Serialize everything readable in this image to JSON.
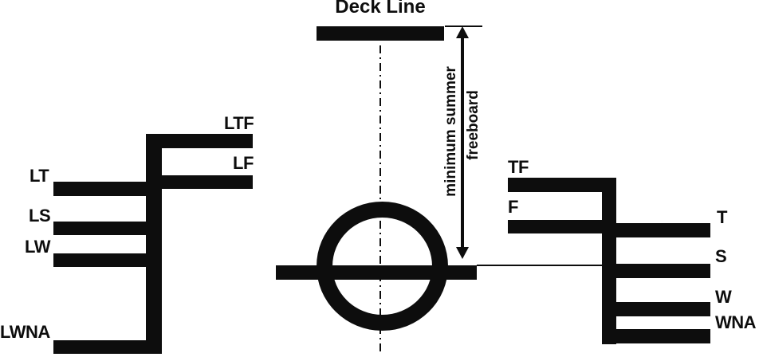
{
  "title": "Deck Line",
  "freeboard_annotation": {
    "line1": "minimum summer",
    "line2": "freeboard"
  },
  "lumber_load_lines": {
    "ltf": "LTF",
    "lf": "LF",
    "lt": "LT",
    "ls": "LS",
    "lw": "LW",
    "lwna": "LWNA"
  },
  "load_lines": {
    "tf": "TF",
    "f": "F",
    "t": "T",
    "s": "S",
    "w": "W",
    "wna": "WNA"
  },
  "colors": {
    "ink": "#0d0d0d",
    "paper": "#ffffff"
  }
}
